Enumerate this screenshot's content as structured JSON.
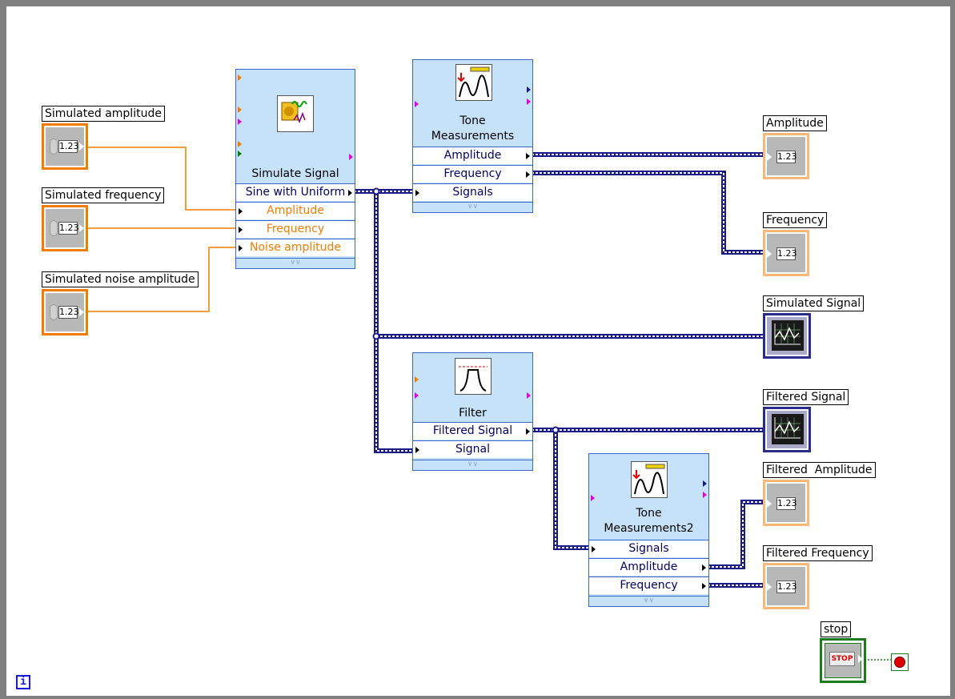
{
  "controls": {
    "simulated_amplitude": {
      "label": "Simulated amplitude",
      "value": "1.23"
    },
    "simulated_frequency": {
      "label": "Simulated frequency",
      "value": "1.23"
    },
    "simulated_noise_amplitude": {
      "label": "Simulated noise amplitude",
      "value": "1.23"
    }
  },
  "simulate_signal": {
    "title": "Simulate Signal",
    "rows": [
      "Sine with Uniform",
      "Amplitude",
      "Frequency",
      "Noise amplitude"
    ]
  },
  "tone_measurements": {
    "title_line1": "Tone",
    "title_line2": "Measurements",
    "rows": [
      "Amplitude",
      "Frequency",
      "Signals"
    ]
  },
  "filter": {
    "title": "Filter",
    "rows": [
      "Filtered Signal",
      "Signal"
    ]
  },
  "tone_measurements2": {
    "title_line1": "Tone",
    "title_line2": "Measurements2",
    "rows": [
      "Signals",
      "Amplitude",
      "Frequency"
    ]
  },
  "indicators": {
    "amplitude": {
      "label": "Amplitude",
      "value": "1.23"
    },
    "frequency": {
      "label": "Frequency",
      "value": "1.23"
    },
    "simulated_signal": {
      "label": "Simulated Signal"
    },
    "filtered_signal": {
      "label": "Filtered Signal"
    },
    "filtered_amplitude": {
      "label": "Filtered  Amplitude",
      "value": "1.23"
    },
    "filtered_frequency": {
      "label": "Filtered Frequency",
      "value": "1.23"
    }
  },
  "stop": {
    "label": "stop",
    "button_text": "STOP"
  },
  "loop": {
    "iteration_icon": "i"
  },
  "colors": {
    "numeric_wire": "#f07c00",
    "dynamic_data_wire": "#1a1a8a",
    "boolean_wire": "#1d7a1d",
    "express_vi_bg": "#c6e2f9"
  }
}
